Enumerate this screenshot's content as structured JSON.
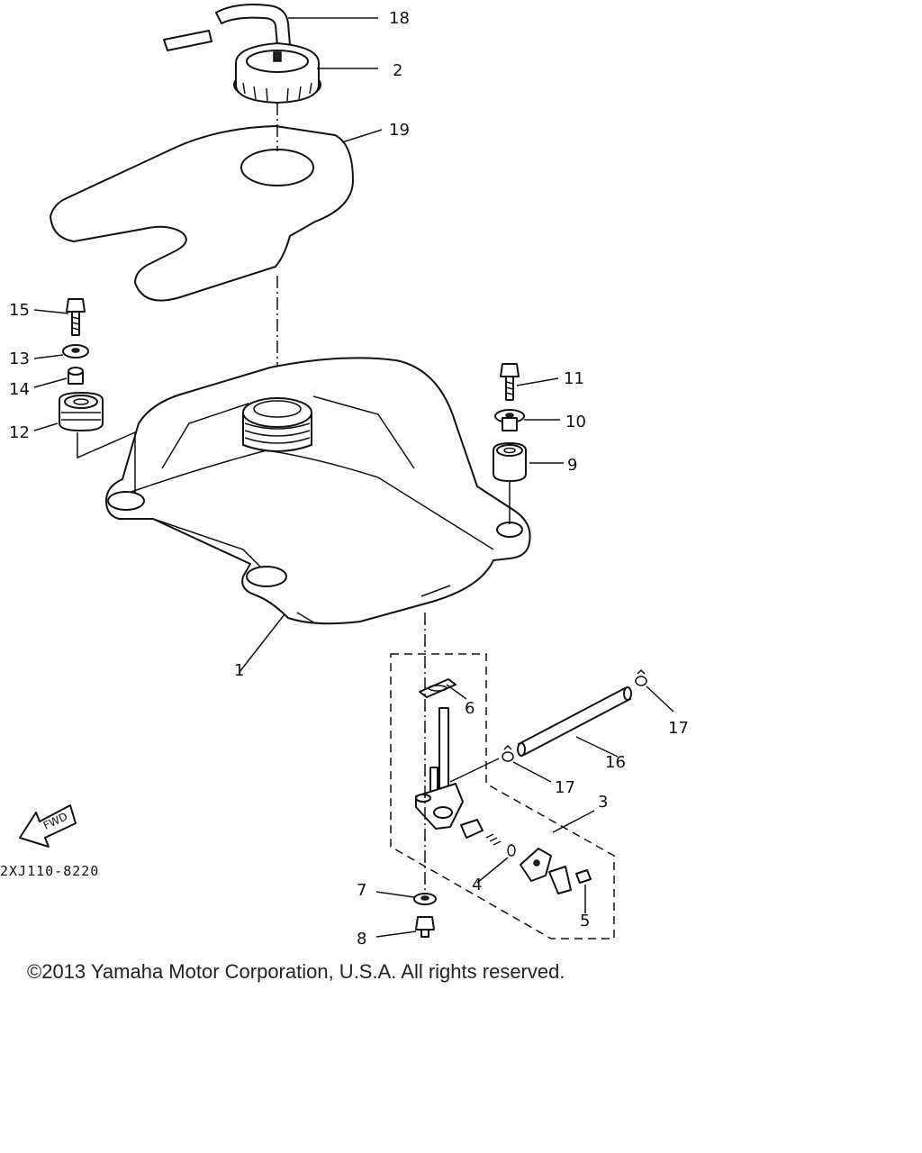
{
  "diagram": {
    "callouts": {
      "c1": "1",
      "c2": "2",
      "c3": "3",
      "c4": "4",
      "c5": "5",
      "c6": "6",
      "c7": "7",
      "c8": "8",
      "c9": "9",
      "c10": "10",
      "c11": "11",
      "c12": "12",
      "c13": "13",
      "c14": "14",
      "c15": "15",
      "c16": "16",
      "c17a": "17",
      "c17b": "17",
      "c18": "18",
      "c19": "19"
    },
    "fwd_label": "FWD",
    "reference_code": "2XJ110-8220"
  },
  "footer": {
    "copyright": "©2013 Yamaha Motor Corporation, U.S.A. All rights reserved."
  }
}
